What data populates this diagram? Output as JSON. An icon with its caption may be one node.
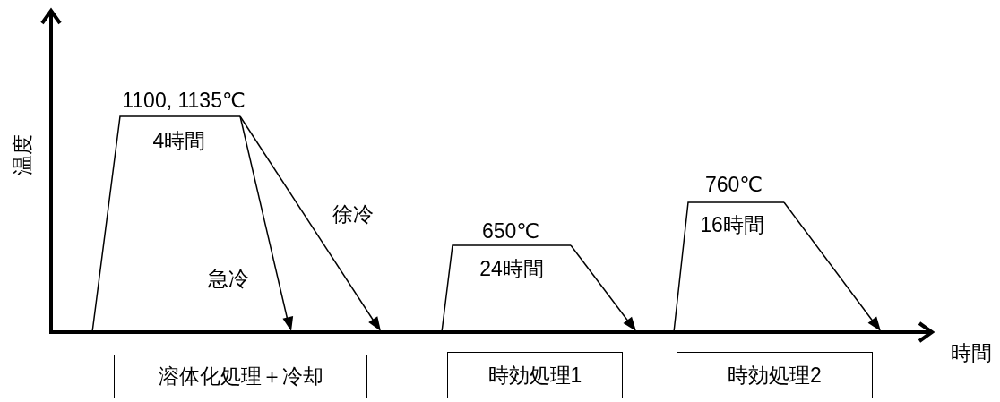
{
  "diagram": {
    "nodes": [
      {
        "text": [
          "溶体化処理＋冷却"
        ]
      },
      {
        "text": [
          "時効処理1"
        ]
      },
      {
        "text": [
          "時効処理2"
        ]
      }
    ],
    "labels": [
      "1100, 1135℃",
      "4時間",
      "温度",
      "徐冷",
      "急冷",
      "650℃",
      "24時間",
      "760℃",
      "16時間",
      "時間"
    ]
  }
}
